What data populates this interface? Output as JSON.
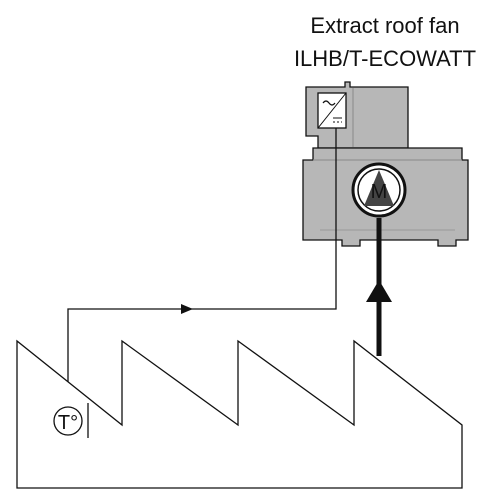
{
  "title": {
    "line1": "Extract roof fan",
    "line2": "ILHB/T-ECOWATT"
  },
  "motor_symbol": "M",
  "thermostat_symbol": "T°",
  "colors": {
    "unit_fill": "#b7b7b7",
    "line": "#111111",
    "motor_triangle": "#444444",
    "background": "#ffffff"
  },
  "icons": {
    "controller": "frequency-inverter-icon",
    "motor": "motor-icon",
    "sensor": "temperature-sensor-icon",
    "airflow": "airflow-arrow-icon",
    "signal": "signal-direction-arrow-icon"
  }
}
